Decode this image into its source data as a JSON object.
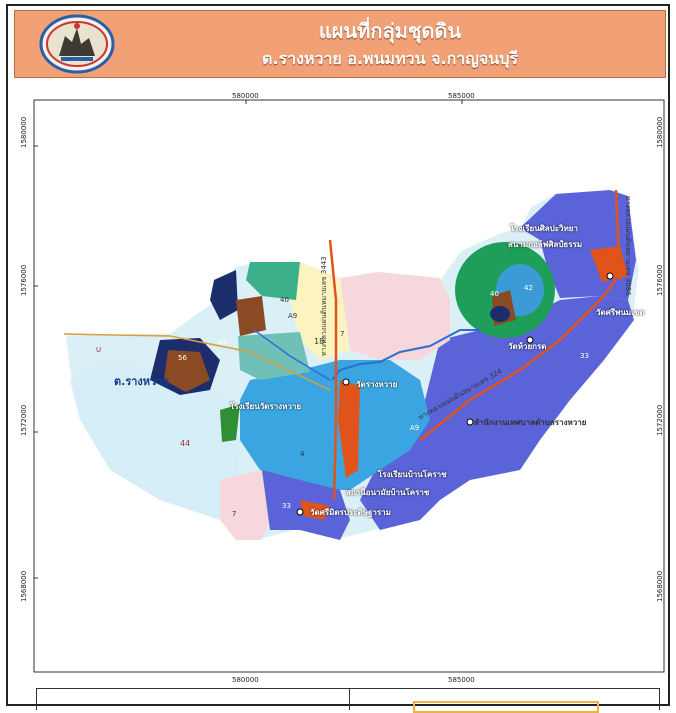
{
  "header": {
    "title": "แผนที่กลุ่มชุดดิน",
    "subtitle": "ต.รางหวาย  อ.พนมทวน  จ.กาญจนบุรี",
    "logo_icon": "provincial-seal-icon"
  },
  "map": {
    "x_ticks": [
      "580000",
      "585000"
    ],
    "y_ticks": [
      "1580000",
      "1576000",
      "1572000",
      "1568000"
    ],
    "road_labels": [
      "ทางหลวงแผ่นดินหมายเลข 3443",
      "ทางหลวงแผ่นดินหมายเลข 324",
      "ทางหลวงแผ่นดินหมายเลข 3086"
    ],
    "district_label": "ต.รางหวาย",
    "places": [
      "โรงเรียนศิลปะวิทยา",
      "สนามกอล์ฟศิลป์ธรรม",
      "วัดศรีพนมเขต",
      "วัดห้วยกรด",
      "วัดรางหวาย",
      "โรงเรียนวัดรางหวาย",
      "สำนักงานเทศบาลตำบลรางหวาย",
      "โรงเรียนบ้านโคราช",
      "สถานีอนามัยบ้านโคราช",
      "วัดศรีมิตรประดิษฐาราม"
    ],
    "soil_units": [
      "7",
      "18",
      "33",
      "42",
      "44",
      "40",
      "4",
      "56",
      "A9",
      "U"
    ],
    "colors": {
      "header": "#f2a076",
      "boundary": "#ffffff",
      "road": "#e0541c",
      "water": "#2b6fd6",
      "urban": "#e0541c"
    }
  },
  "legend": {
    "panels": 2
  }
}
